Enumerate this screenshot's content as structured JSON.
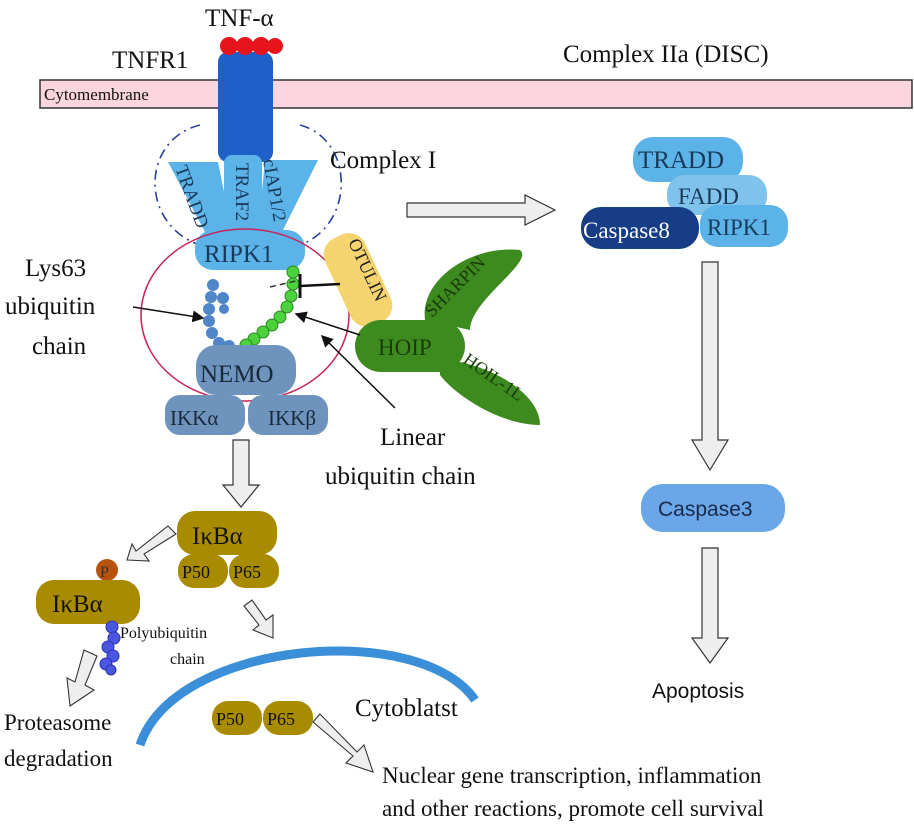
{
  "labels": {
    "tnf_alpha": "TNF-α",
    "tnfr1": "TNFR1",
    "cytomembrane": "Cytomembrane",
    "complex_iia": "Complex IIa (DISC)",
    "complex_i": "Complex I",
    "tradd_left": "TRADD",
    "traf2": "TRAF2",
    "ciap": "cIAP1/2",
    "ripk1_left": "RIPK1",
    "lys63": [
      "Lys63",
      "ubiquitin",
      "chain"
    ],
    "nemo": "NEMO",
    "ikka": "IKKα",
    "ikkb": "IKKβ",
    "otulin": "OTULIN",
    "sharpin": "SHARPIN",
    "hoip": "HOIP",
    "hoil": "HOIL-1L",
    "linear": [
      "Linear",
      "ubiquitin chain"
    ],
    "tradd_right": "TRADD",
    "fadd": "FADD",
    "caspase8": "Caspase8",
    "ripk1_right": "RIPK1",
    "caspase3": "Caspase3",
    "apoptosis": "Apoptosis",
    "ikba_complex": "IκBα",
    "p50_top": "P50",
    "p65_top": "P65",
    "p_marker": "P",
    "ikba_free": "IκBα",
    "polyub": [
      "Polyubiquitin",
      "chain"
    ],
    "proteasome": [
      "Proteasome",
      "degradation"
    ],
    "cytoblast": "Cytoblatst",
    "p50_nuc": "P50",
    "p65_nuc": "P65",
    "nuclear": [
      "Nuclear gene transcription, inflammation",
      "and other reactions, promote cell survival"
    ]
  },
  "colors": {
    "tnf": "#e8141c",
    "receptor": "#1f5fc8",
    "membrane_fill": "#fbd5dd",
    "adaptor": "#5bb3e8",
    "nemo": "#6e94bd",
    "lys63_bead": "#4f86c9",
    "linear_bead": "#4ad13b",
    "hoip": "#3d8a1f",
    "otulin": "#f5d36e",
    "caspase8": "#173d86",
    "caspase3": "#6aa6e8",
    "ikb": "#a98b00",
    "p_marker": "#b8520f",
    "polyub_bead": "#4a56e0",
    "nucleus": "#3a8fd8",
    "ring": "#c8255a",
    "dashed_ring": "#2a3f9a",
    "arrow_fill": "#eeeeee"
  }
}
